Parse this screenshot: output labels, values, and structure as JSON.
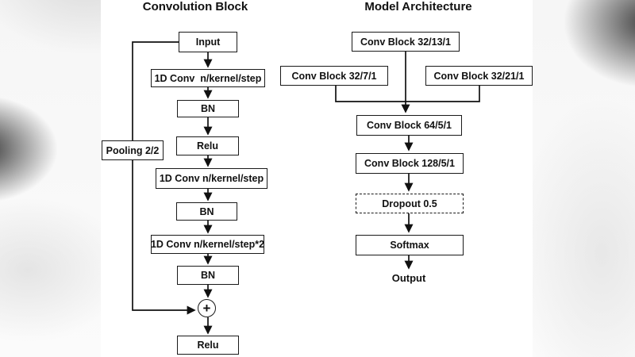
{
  "colors": {
    "line": "#111111",
    "box_fill": "#ffffff",
    "text": "#111111",
    "panel": "#ffffff"
  },
  "conv_block": {
    "title": "Convolution Block",
    "nodes": [
      {
        "label": "Input"
      },
      {
        "label": "1D Conv  n/kernel/step"
      },
      {
        "label": "BN"
      },
      {
        "label": "Relu"
      },
      {
        "label": "Pooling 2/2"
      },
      {
        "label": "1D Conv n/kernel/step"
      },
      {
        "label": "BN"
      },
      {
        "label": "1D Conv n/kernel/step*2"
      },
      {
        "label": "BN"
      },
      {
        "label": "+"
      },
      {
        "label": "Relu"
      }
    ]
  },
  "model_architecture": {
    "title": "Model Architecture",
    "nodes": [
      {
        "label": "Conv Block 32/13/1"
      },
      {
        "label": "Conv Block 32/7/1"
      },
      {
        "label": "Conv Block 32/21/1"
      },
      {
        "label": "Conv Block 64/5/1"
      },
      {
        "label": "Conv Block 128/5/1"
      },
      {
        "label": "Dropout 0.5"
      },
      {
        "label": "Softmax"
      },
      {
        "label": "Output"
      }
    ]
  }
}
